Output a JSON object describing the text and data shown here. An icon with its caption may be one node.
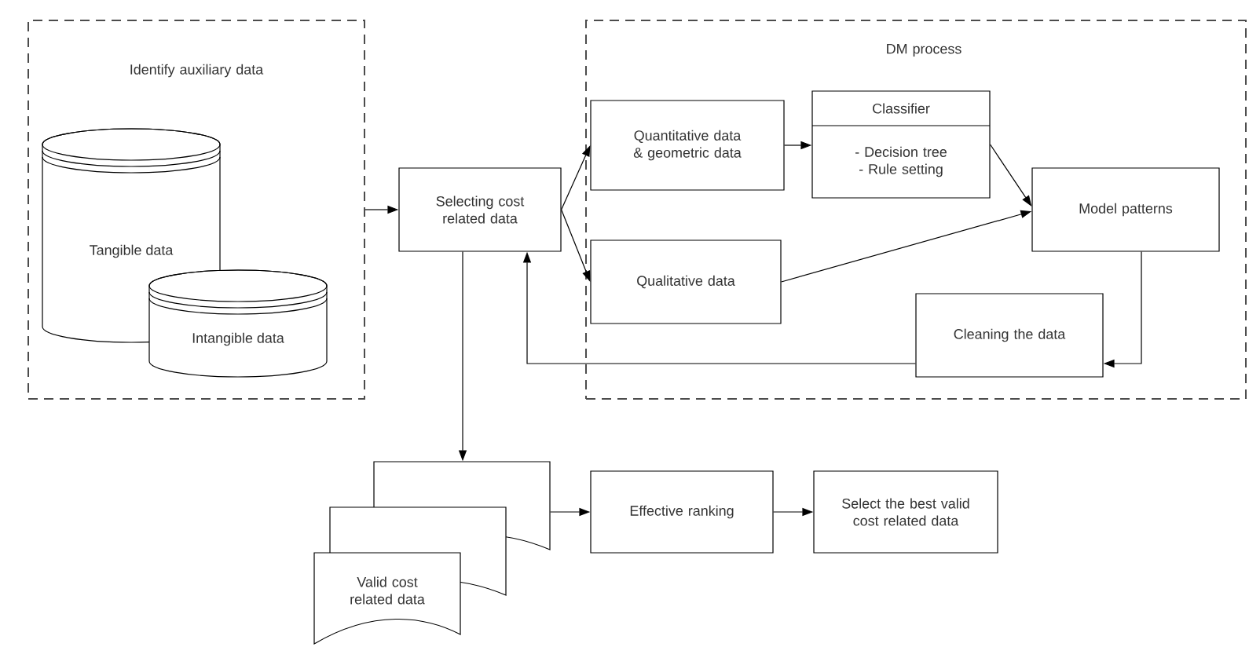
{
  "diagram": {
    "nodes": [
      {
        "text": [
          "Identify auxiliary data"
        ]
      },
      {
        "text": [
          "Tangible data"
        ],
        "in": 0
      },
      {
        "text": [
          "Intangible data"
        ],
        "in": 0
      },
      {
        "text": [
          "Selecting cost related data"
        ]
      },
      {
        "text": [
          "DM process"
        ]
      },
      {
        "text": [
          "Quantitative data & geometric data"
        ],
        "in": 4
      },
      {
        "text": [
          "Classifier",
          "- Decision tree - Rule setting"
        ],
        "in": 4
      },
      {
        "text": [
          "Model patterns"
        ],
        "in": 4
      },
      {
        "text": [
          "Qualitative data"
        ],
        "in": 4
      },
      {
        "text": [
          "Cleaning the data"
        ],
        "in": 4
      },
      {
        "text": [
          "Valid cost related data"
        ]
      },
      {
        "text": [
          "Effective ranking"
        ]
      },
      {
        "text": [
          "Select the best valid cost related data"
        ]
      }
    ],
    "edges": [
      {
        "from": 0,
        "to": 3,
        "arrow": "to"
      },
      {
        "from": 3,
        "to": 5,
        "arrow": "to"
      },
      {
        "from": 3,
        "to": 8,
        "arrow": "to"
      },
      {
        "from": 5,
        "to": 6,
        "arrow": "to"
      },
      {
        "from": 6,
        "to": 7,
        "arrow": "to"
      },
      {
        "from": 8,
        "to": 7,
        "arrow": "to"
      },
      {
        "from": 7,
        "to": 9,
        "arrow": "to"
      },
      {
        "from": 9,
        "to": 3,
        "arrow": "to"
      },
      {
        "from": 3,
        "to": 10,
        "arrow": "to"
      },
      {
        "from": 10,
        "to": 11,
        "arrow": "to"
      },
      {
        "from": 11,
        "to": 12,
        "arrow": "to"
      }
    ]
  }
}
